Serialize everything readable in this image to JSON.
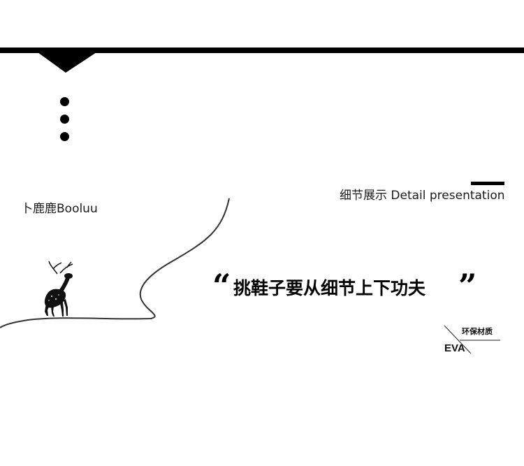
{
  "brand": {
    "name": "卜鹿鹿Booluu"
  },
  "section": {
    "title": "细节展示 Detail presentation"
  },
  "slogan": {
    "open_quote": "“",
    "text": "挑鞋子要从细节上下功夫",
    "close_quote": "”"
  },
  "material": {
    "label": "环保材质",
    "name": "EVA"
  },
  "colors": {
    "ink": "#000000",
    "background": "#ffffff",
    "line": "#333333"
  },
  "icons": [
    "deer-icon"
  ]
}
